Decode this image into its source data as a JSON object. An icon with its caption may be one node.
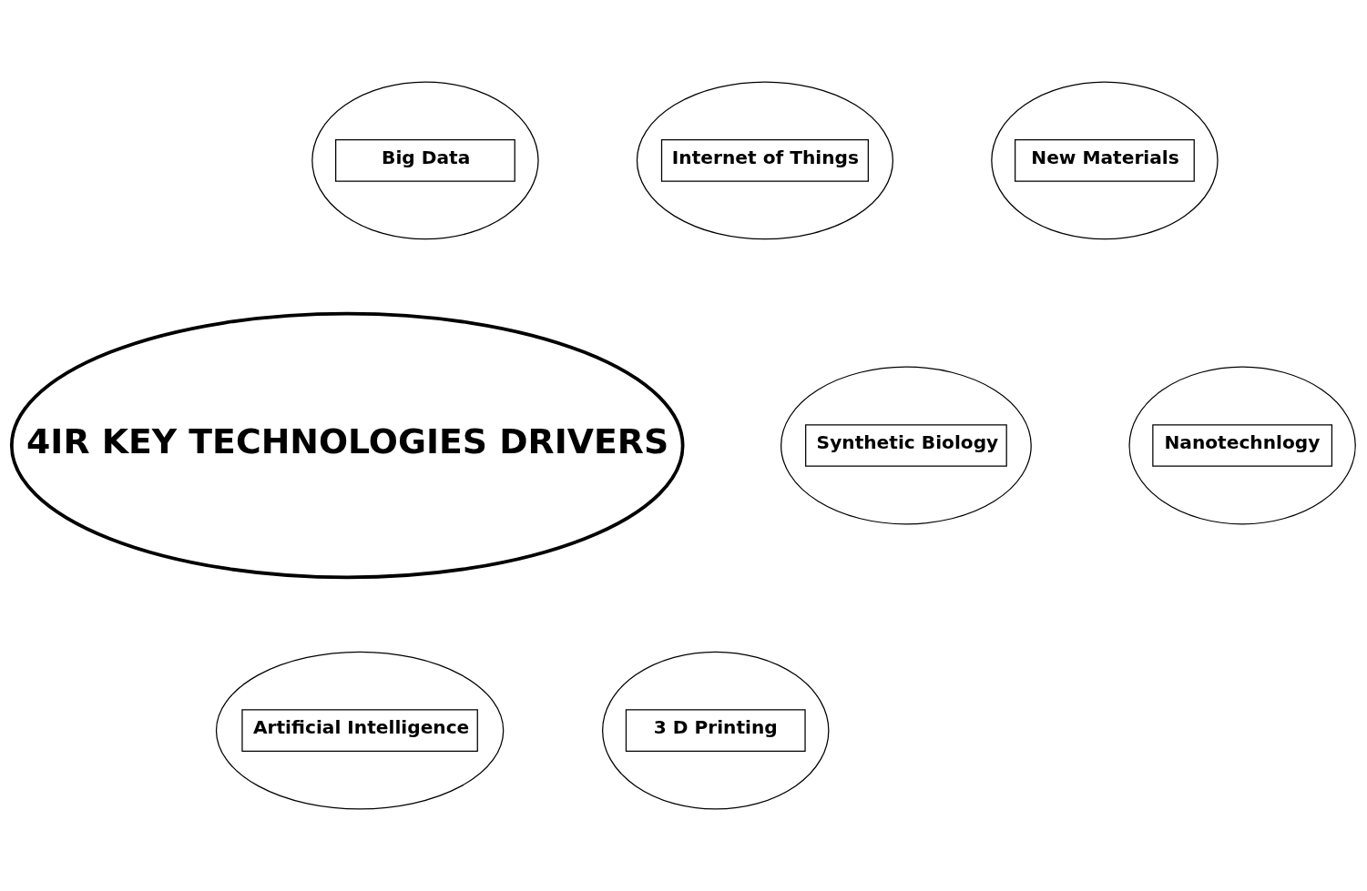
{
  "diagram": {
    "nodes": [
      {
        "text": [
          "Big Data"
        ]
      },
      {
        "text": [
          "Internet of Things"
        ]
      },
      {
        "text": [
          "New Materials"
        ]
      },
      {
        "text": [
          "4IR KEY TECHNOLOGIES DRIVERS"
        ]
      },
      {
        "text": [
          "Synthetic Biology"
        ]
      },
      {
        "text": [
          "Nanotechnlogy"
        ]
      },
      {
        "text": [
          "Artificial Intelligence"
        ]
      },
      {
        "text": [
          "3 D Printing"
        ]
      }
    ]
  }
}
